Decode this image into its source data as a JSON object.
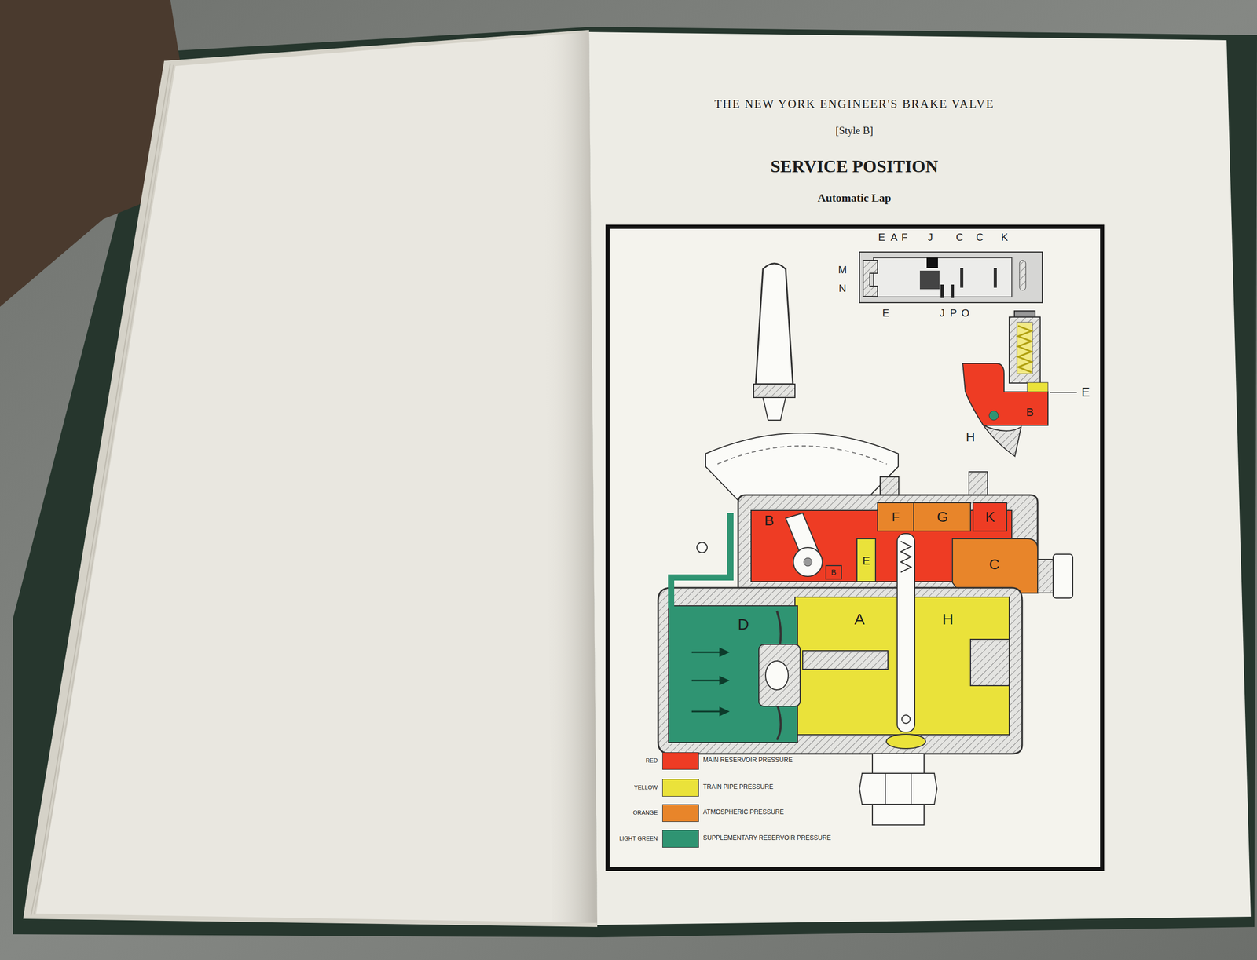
{
  "diagram": {
    "title": "THE NEW YORK ENGINEER'S BRAKE VALVE",
    "labels": [
      "[Style B]",
      "SERVICE POSITION",
      "Automatic Lap",
      "E",
      "A",
      "F",
      "J",
      "C",
      "C",
      "K",
      "M",
      "N",
      "E",
      "J",
      "P",
      "O",
      "E",
      "B",
      "H",
      "B",
      "B",
      "F",
      "G",
      "K",
      "E",
      "C",
      "A",
      "H",
      "D",
      "RED",
      "YELLOW",
      "ORANGE",
      "LIGHT GREEN"
    ],
    "legend": [
      {
        "text": "MAIN RESERVOIR PRESSURE",
        "color": "#ee3c24"
      },
      {
        "text": "TRAIN PIPE PRESSURE",
        "color": "#eae23a"
      },
      {
        "text": "ATMOSPHERIC PRESSURE",
        "color": "#e8852a"
      },
      {
        "text": "SUPPLEMENTARY RESERVOIR PRESSURE",
        "color": "#2f9472"
      }
    ]
  }
}
